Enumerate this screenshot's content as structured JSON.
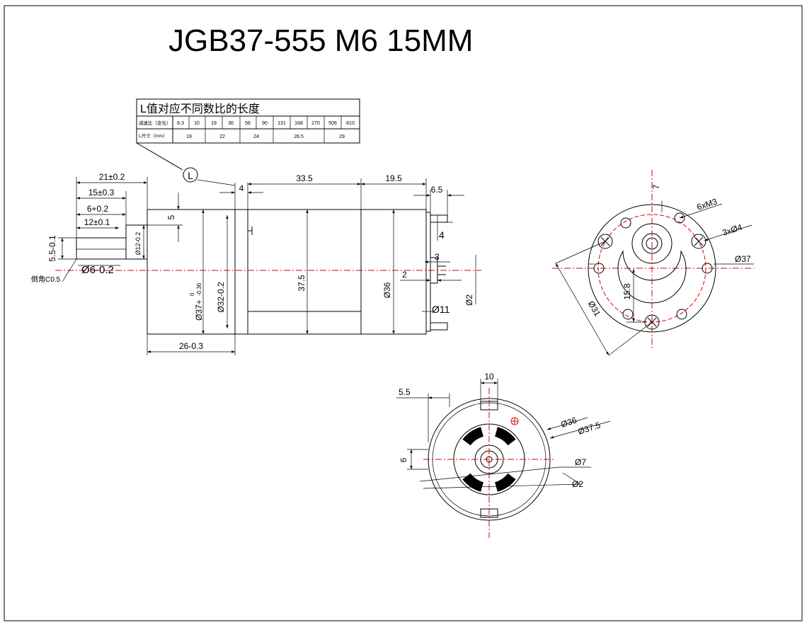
{
  "title": "JGB37-555 M6 15MM",
  "table": {
    "heading": "L值对应不同数比的长度",
    "row1_label": "减速比（变化）",
    "ratios": [
      "6.3",
      "10",
      "19",
      "30",
      "56",
      "90",
      "131",
      "168",
      "270",
      "506",
      "810"
    ],
    "row2_label": "L尺寸（mm）",
    "lengths": [
      "19",
      "22",
      "24",
      "26.5",
      "29"
    ]
  },
  "side_view": {
    "callout": "L",
    "dim_21": "21±0.2",
    "dim_15": "15±0.3",
    "dim_6": "6+0.2",
    "dim_12": "12±0.1",
    "dim_5_5": "5.5-0.1",
    "dim_6dia": "Ø6-0.2",
    "chamfer": "倒角C0.5",
    "dim_5": "5",
    "dim_12dia": "Ø12-0.2",
    "dim_37dia": "Ø37+",
    "dim_37_tol_upper": "0",
    "dim_37_tol_lower": "-0.36",
    "dim_32dia": "Ø32-0.2",
    "dim_26": "26-0.3",
    "dim_4_top": "4",
    "dim_33_5": "33.5",
    "dim_37_5": "37.5",
    "dim_19_5": "19.5",
    "dim_6_5": "6.5",
    "dim_36dia": "Ø36",
    "dim_4_right": "4",
    "dim_3": "3",
    "dim_2": "2",
    "dim_11dia": "Ø11",
    "dim_2dia": "Ø2"
  },
  "front_view": {
    "dim_7": "7",
    "dim_6xm3": "6xM3",
    "dim_3x4": "3xØ4",
    "dim_37": "Ø37",
    "dim_15_8": "15.8",
    "dim_31": "Ø31"
  },
  "rear_view": {
    "dim_10": "10",
    "dim_5_5": "5.5",
    "dim_36": "Ø36",
    "dim_37_5": "Ø37.5",
    "dim_6": "6",
    "dim_7": "Ø7",
    "dim_2": "Ø2"
  },
  "colors": {
    "line": "#000000",
    "centerline": "#e00000",
    "background": "#ffffff"
  }
}
